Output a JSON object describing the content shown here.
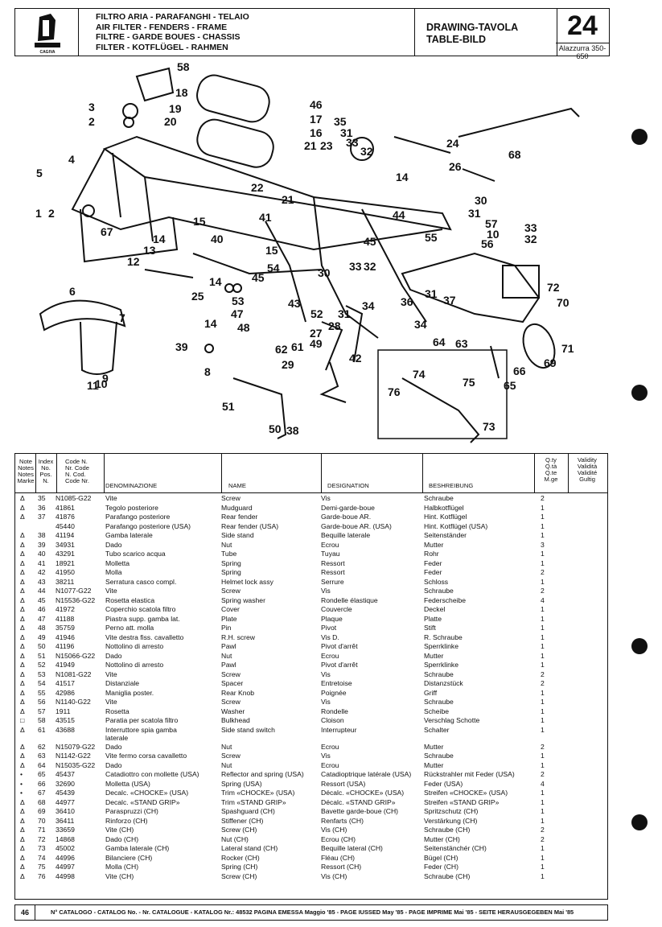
{
  "header": {
    "titles": [
      "FILTRO ARIA - PARAFANGHI - TELAIO",
      "AIR FILTER - FENDERS - FRAME",
      "FILTRE - GARDE BOUES - CHASSIS",
      "FILTER - KOTFLÜGEL - RAHMEN"
    ],
    "drawing_label": "DRAWING-TAVOLA",
    "table_label": "TABLE-BILD",
    "table_number": "24",
    "model": "Alazzurra 350-650",
    "logo_text": "CAGIVA"
  },
  "callouts": [
    "58",
    "18",
    "3",
    "2",
    "19",
    "20",
    "46",
    "17",
    "16",
    "21",
    "23",
    "35",
    "31",
    "33",
    "32",
    "24",
    "68",
    "4",
    "5",
    "26",
    "14",
    "30",
    "31",
    "1",
    "2",
    "22",
    "21",
    "41",
    "44",
    "55",
    "57",
    "10",
    "56",
    "33",
    "32",
    "67",
    "15",
    "40",
    "45",
    "13",
    "14",
    "12",
    "15",
    "54",
    "45",
    "14",
    "25",
    "53",
    "32",
    "33",
    "30",
    "43",
    "52",
    "31",
    "34",
    "36",
    "31",
    "37",
    "72",
    "70",
    "6",
    "47",
    "48",
    "27",
    "49",
    "28",
    "7",
    "14",
    "39",
    "62",
    "61",
    "42",
    "64",
    "63",
    "34",
    "71",
    "8",
    "29",
    "74",
    "75",
    "66",
    "11",
    "10",
    "9",
    "76",
    "65",
    "69",
    "51",
    "50",
    "38",
    "73"
  ],
  "table": {
    "headers": {
      "note": [
        "Note",
        "Notes",
        "Notes",
        "Marke"
      ],
      "index": [
        "Index",
        "No.",
        "Pos.",
        "N."
      ],
      "code": [
        "Code N.",
        "Nr. Code",
        "N. Cod.",
        "Code Nr."
      ],
      "denominazione": "DENOMINAZIONE",
      "name": "NAME",
      "designation": "DESIGNATION",
      "beschreibung": "BESHREIBUNG",
      "qty": [
        "Q.ty",
        "Q.tà",
        "Q.te",
        "M.ge"
      ],
      "validity": [
        "Validity",
        "Validità",
        "Validité",
        "Gultig"
      ]
    },
    "rows": [
      {
        "note": "Δ",
        "pos": "35",
        "code": "N1085-G22",
        "den": "Vite",
        "name": "Screw",
        "des": "Vis",
        "besch": "Schraube",
        "qty": "2"
      },
      {
        "note": "Δ",
        "pos": "36",
        "code": "41861",
        "den": "Tegolo posteriore",
        "name": "Mudguard",
        "des": "Demi-garde-boue",
        "besch": "Halbkotflügel",
        "qty": "1"
      },
      {
        "note": "Δ",
        "pos": "37",
        "code": "41876",
        "den": "Parafango posteriore",
        "name": "Rear fender",
        "des": "Garde-boue AR.",
        "besch": "Hint. Kotflügel",
        "qty": "1"
      },
      {
        "note": "",
        "pos": "",
        "code": "45440",
        "den": "Parafango posteriore (USA)",
        "name": "Rear fender (USA)",
        "des": "Garde-boue AR. (USA)",
        "besch": "Hint. Kotflügel (USA)",
        "qty": "1"
      },
      {
        "note": "Δ",
        "pos": "38",
        "code": "41194",
        "den": "Gamba laterale",
        "name": "Side stand",
        "des": "Bequille laterale",
        "besch": "Seitenständer",
        "qty": "1"
      },
      {
        "note": "Δ",
        "pos": "39",
        "code": "34931",
        "den": "Dado",
        "name": "Nut",
        "des": "Ecrou",
        "besch": "Mutter",
        "qty": "3"
      },
      {
        "note": "Δ",
        "pos": "40",
        "code": "43291",
        "den": "Tubo scarico acqua",
        "name": "Tube",
        "des": "Tuyau",
        "besch": "Rohr",
        "qty": "1"
      },
      {
        "note": "Δ",
        "pos": "41",
        "code": "18921",
        "den": "Molletta",
        "name": "Spring",
        "des": "Ressort",
        "besch": "Feder",
        "qty": "1"
      },
      {
        "note": "Δ",
        "pos": "42",
        "code": "41950",
        "den": "Molla",
        "name": "Spring",
        "des": "Ressort",
        "besch": "Feder",
        "qty": "2"
      },
      {
        "note": "Δ",
        "pos": "43",
        "code": "38211",
        "den": "Serratura casco compl.",
        "name": "Helmet lock assy",
        "des": "Serrure",
        "besch": "Schloss",
        "qty": "1"
      },
      {
        "note": "Δ",
        "pos": "44",
        "code": "N1077-G22",
        "den": "Vite",
        "name": "Screw",
        "des": "Vis",
        "besch": "Schraube",
        "qty": "2"
      },
      {
        "note": "Δ",
        "pos": "45",
        "code": "N15536-G22",
        "den": "Rosetta elastica",
        "name": "Spring washer",
        "des": "Rondelle élastique",
        "besch": "Federscheibe",
        "qty": "4"
      },
      {
        "note": "Δ",
        "pos": "46",
        "code": "41972",
        "den": "Coperchio scatola filtro",
        "name": "Cover",
        "des": "Couvercle",
        "besch": "Deckel",
        "qty": "1"
      },
      {
        "note": "Δ",
        "pos": "47",
        "code": "41188",
        "den": "Piastra supp. gamba lat.",
        "name": "Plate",
        "des": "Plaque",
        "besch": "Platte",
        "qty": "1"
      },
      {
        "note": "Δ",
        "pos": "48",
        "code": "35759",
        "den": "Perno att. molla",
        "name": "Pin",
        "des": "Pivot",
        "besch": "Stift",
        "qty": "1"
      },
      {
        "note": "Δ",
        "pos": "49",
        "code": "41946",
        "den": "Vite destra fiss. cavalletto",
        "name": "R.H. screw",
        "des": "Vis D.",
        "besch": "R. Schraube",
        "qty": "1"
      },
      {
        "note": "Δ",
        "pos": "50",
        "code": "41196",
        "den": "Nottolino di arresto",
        "name": "Pawl",
        "des": "Pivot d'arrêt",
        "besch": "Sperrklinke",
        "qty": "1"
      },
      {
        "note": "Δ",
        "pos": "51",
        "code": "N15066-G22",
        "den": "Dado",
        "name": "Nut",
        "des": "Ecrou",
        "besch": "Mutter",
        "qty": "1"
      },
      {
        "note": "Δ",
        "pos": "52",
        "code": "41949",
        "den": "Nottolino di arresto",
        "name": "Pawl",
        "des": "Pivot d'arrêt",
        "besch": "Sperrklinke",
        "qty": "1"
      },
      {
        "note": "Δ",
        "pos": "53",
        "code": "N1081-G22",
        "den": "Vite",
        "name": "Screw",
        "des": "Vis",
        "besch": "Schraube",
        "qty": "2"
      },
      {
        "note": "Δ",
        "pos": "54",
        "code": "41517",
        "den": "Distanziale",
        "name": "Spacer",
        "des": "Entretoise",
        "besch": "Distanzstück",
        "qty": "2"
      },
      {
        "note": "Δ",
        "pos": "55",
        "code": "42986",
        "den": "Maniglia poster.",
        "name": "Rear Knob",
        "des": "Poignée",
        "besch": "Griff",
        "qty": "1"
      },
      {
        "note": "Δ",
        "pos": "56",
        "code": "N1140-G22",
        "den": "Vite",
        "name": "Screw",
        "des": "Vis",
        "besch": "Schraube",
        "qty": "1"
      },
      {
        "note": "Δ",
        "pos": "57",
        "code": "1911",
        "den": "Rosetta",
        "name": "Washer",
        "des": "Rondelle",
        "besch": "Scheibe",
        "qty": "1"
      },
      {
        "note": "□",
        "pos": "58",
        "code": "43515",
        "den": "Paratia per scatola filtro",
        "name": "Bulkhead",
        "des": "Cloison",
        "besch": "Verschlag Schotte",
        "qty": "1"
      },
      {
        "note": "Δ",
        "pos": "61",
        "code": "43688",
        "den": "Interruttore spia gamba",
        "den2": "laterale",
        "name": "Side stand switch",
        "des": "Interrupteur",
        "besch": "Schalter",
        "qty": "1"
      },
      {
        "note": "Δ",
        "pos": "62",
        "code": "N15079-G22",
        "den": "Dado",
        "name": "Nut",
        "des": "Ecrou",
        "besch": "Mutter",
        "qty": "2"
      },
      {
        "note": "Δ",
        "pos": "63",
        "code": "N1142-G22",
        "den": "Vite fermo corsa cavalletto",
        "name": "Screw",
        "des": "Vis",
        "besch": "Schraube",
        "qty": "1"
      },
      {
        "note": "Δ",
        "pos": "64",
        "code": "N15035-G22",
        "den": "Dado",
        "name": "Nut",
        "des": "Ecrou",
        "besch": "Mutter",
        "qty": "1"
      },
      {
        "note": "•",
        "pos": "65",
        "code": "45437",
        "den": "Catadiottro con mollette (USA)",
        "name": "Reflector and spring (USA)",
        "des": "Catadioptrique latérale (USA)",
        "besch": "Rückstrahler mit Feder (USA)",
        "qty": "2"
      },
      {
        "note": "•",
        "pos": "66",
        "code": "32690",
        "den": "Molletta (USA)",
        "name": "Spring (USA)",
        "des": "Ressort (USA)",
        "besch": "Feder (USA)",
        "qty": "4"
      },
      {
        "note": "•",
        "pos": "67",
        "code": "45439",
        "den": "Decalc. «CHOCKE» (USA)",
        "name": "Trim «CHOCKE» (USA)",
        "des": "Décalc. «CHOCKE» (USA)",
        "besch": "Streifen «CHOCKE» (USA)",
        "qty": "1"
      },
      {
        "note": "Δ",
        "pos": "68",
        "code": "44977",
        "den": "Decalc. «STAND GRIP»",
        "name": "Trim «STAND GRIP»",
        "des": "Décalc. «STAND GRIP»",
        "besch": "Streifen «STAND GRIP»",
        "qty": "1"
      },
      {
        "note": "Δ",
        "pos": "69",
        "code": "36410",
        "den": "Paraspruzzi (CH)",
        "name": "Spashguard (CH)",
        "des": "Bavette garde-boue (CH)",
        "besch": "Spritzschutz (CH)",
        "qty": "1"
      },
      {
        "note": "Δ",
        "pos": "70",
        "code": "36411",
        "den": "Rinforzo (CH)",
        "name": "Stiffener (CH)",
        "des": "Renfarts (CH)",
        "besch": "Verstärkung (CH)",
        "qty": "1"
      },
      {
        "note": "Δ",
        "pos": "71",
        "code": "33659",
        "den": "Vite (CH)",
        "name": "Screw (CH)",
        "des": "Vis (CH)",
        "besch": "Schraube (CH)",
        "qty": "2"
      },
      {
        "note": "Δ",
        "pos": "72",
        "code": "14868",
        "den": "Dado (CH)",
        "name": "Nut (CH)",
        "des": "Ecrou (CH)",
        "besch": "Mutter (CH)",
        "qty": "2"
      },
      {
        "note": "Δ",
        "pos": "73",
        "code": "45002",
        "den": "Gamba laterale (CH)",
        "name": "Lateral stand (CH)",
        "des": "Bequille lateral (CH)",
        "besch": "Seitenstänchér (CH)",
        "qty": "1"
      },
      {
        "note": "Δ",
        "pos": "74",
        "code": "44996",
        "den": "Bilanciere (CH)",
        "name": "Rocker (CH)",
        "des": "Fléau (CH)",
        "besch": "Bügel (CH)",
        "qty": "1"
      },
      {
        "note": "Δ",
        "pos": "75",
        "code": "44997",
        "den": "Molla (CH)",
        "name": "Spring (CH)",
        "des": "Ressort (CH)",
        "besch": "Feder (CH)",
        "qty": "1"
      },
      {
        "note": "Δ",
        "pos": "76",
        "code": "44998",
        "den": "Vite (CH)",
        "name": "Screw (CH)",
        "des": "Vis (CH)",
        "besch": "Schraube (CH)",
        "qty": "1"
      }
    ]
  },
  "footer": {
    "page": "46",
    "text": "N° CATALOGO - CATALOG No. - Nr. CATALOGUE - KATALOG Nr.: 48532 PAGINA EMESSA Maggio '85 - PAGE IUSSED May '85 - PAGE IMPRIME Mai '85 - SEITE HERAUSGEGEBEN Mai '85"
  }
}
